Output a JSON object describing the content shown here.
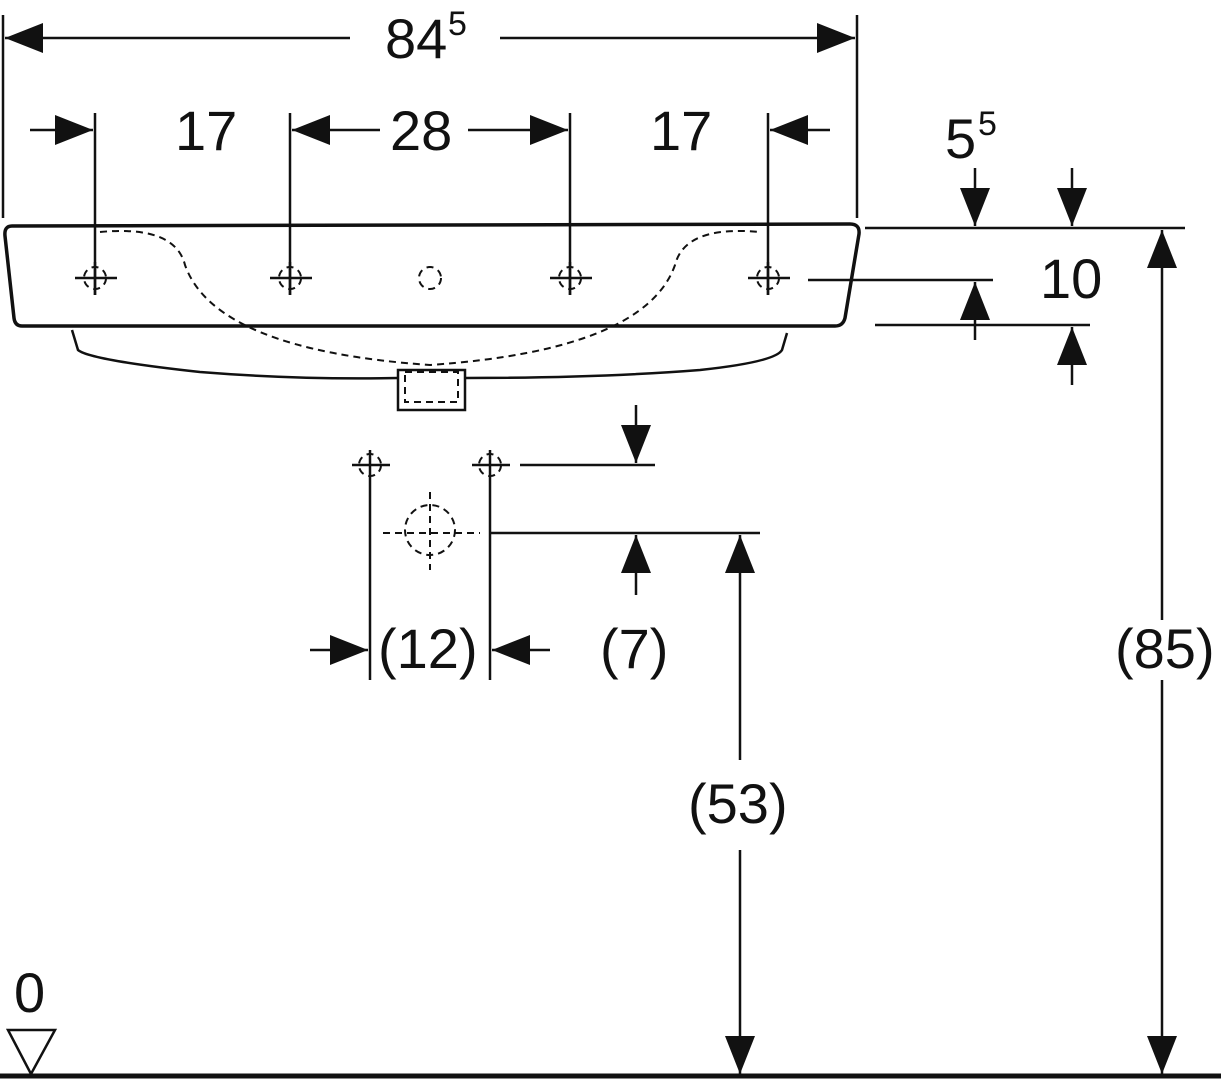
{
  "title": "Washbasin dimension drawing",
  "dimensions": {
    "overall_width": {
      "main": "84",
      "sup": "5"
    },
    "side_left": "17",
    "tap_spacing": "28",
    "side_right": "17",
    "rim_offset": {
      "main": "5",
      "sup": "5"
    },
    "rim_height": "10",
    "fixing_spacing": "(12)",
    "fixing_offset": "(7)",
    "drain_height": "(53)",
    "rim_top_height": "(85)",
    "floor_level": "0"
  }
}
